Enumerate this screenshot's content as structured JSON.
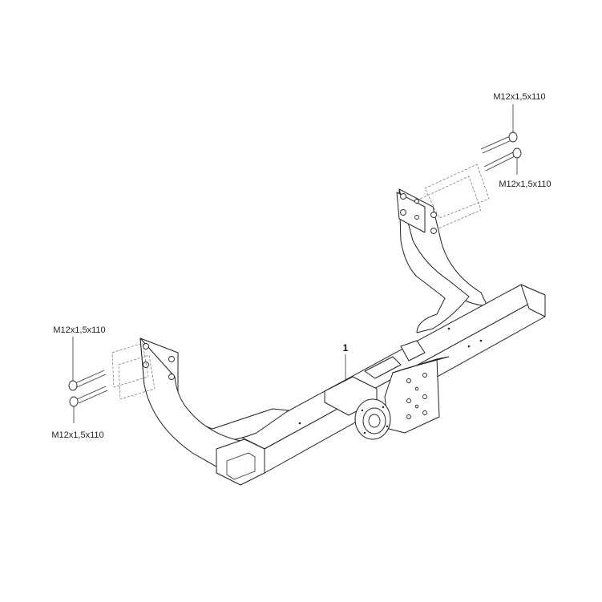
{
  "callouts": {
    "part_number": "1",
    "bolt_top_upper": "M12x1,5x110",
    "bolt_top_lower": "M12x1,5x110",
    "bolt_left_upper": "M12x1,5x110",
    "bolt_left_lower": "M12x1,5x110"
  }
}
